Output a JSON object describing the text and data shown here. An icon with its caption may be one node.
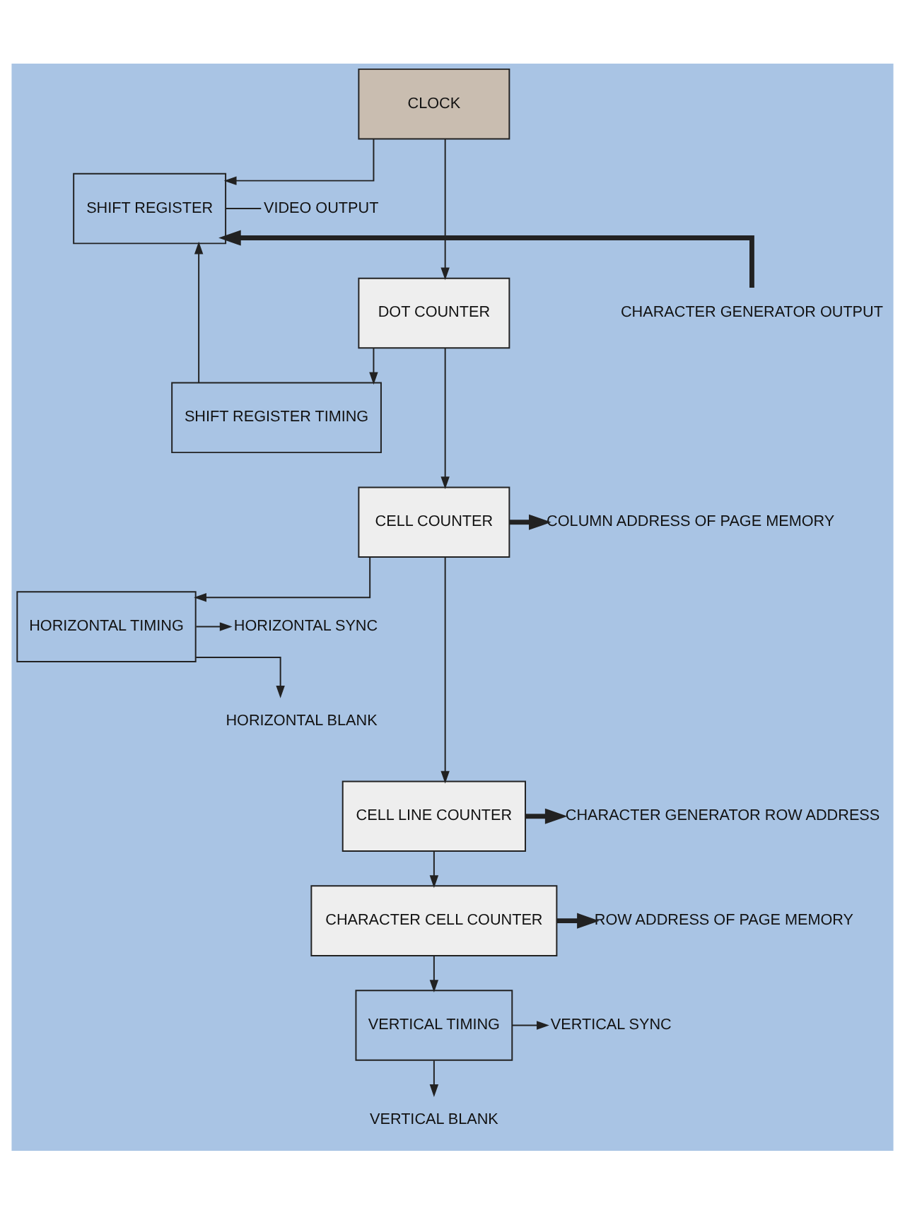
{
  "diagram": {
    "nodes": [
      {
        "text": [
          "CLOCK"
        ]
      },
      {
        "text": [
          "SHIFT REGISTER"
        ]
      },
      {
        "text": [
          "DOT COUNTER"
        ]
      },
      {
        "text": [
          "SHIFT REGISTER TIMING"
        ]
      },
      {
        "text": [
          "CELL COUNTER"
        ]
      },
      {
        "text": [
          "HORIZONTAL TIMING"
        ]
      },
      {
        "text": [
          "CELL LINE COUNTER"
        ]
      },
      {
        "text": [
          "CHARACTER CELL COUNTER"
        ]
      },
      {
        "text": [
          "VERTICAL TIMING"
        ]
      },
      {
        "text": [
          "VIDEO OUTPUT"
        ]
      },
      {
        "text": [
          "CHARACTER GENERATOR OUTPUT"
        ]
      },
      {
        "text": [
          "COLUMN ADDRESS OF PAGE MEMORY"
        ]
      },
      {
        "text": [
          "HORIZONTAL SYNC"
        ]
      },
      {
        "text": [
          "HORIZONTAL BLANK"
        ]
      },
      {
        "text": [
          "CHARACTER GENERATOR ROW ADDRESS"
        ]
      },
      {
        "text": [
          "ROW ADDRESS OF PAGE MEMORY"
        ]
      },
      {
        "text": [
          "VERTICAL SYNC"
        ]
      },
      {
        "text": [
          "VERTICAL BLANK"
        ]
      }
    ],
    "edges": [
      {
        "from": 0,
        "to": 1,
        "arrow": "to"
      },
      {
        "from": 0,
        "to": 2,
        "arrow": "to"
      },
      {
        "from": 1,
        "to": 9,
        "arrow": "none"
      },
      {
        "from": 10,
        "to": 1,
        "arrow": "to",
        "style": "thick"
      },
      {
        "from": 2,
        "to": 3,
        "arrow": "to"
      },
      {
        "from": 3,
        "to": 1,
        "arrow": "to"
      },
      {
        "from": 2,
        "to": 4,
        "arrow": "to"
      },
      {
        "from": 4,
        "to": 11,
        "arrow": "to",
        "style": "thick"
      },
      {
        "from": 4,
        "to": 5,
        "arrow": "to"
      },
      {
        "from": 5,
        "to": 12,
        "arrow": "to"
      },
      {
        "from": 5,
        "to": 13,
        "arrow": "to"
      },
      {
        "from": 4,
        "to": 6,
        "arrow": "to"
      },
      {
        "from": 6,
        "to": 14,
        "arrow": "to",
        "style": "thick"
      },
      {
        "from": 6,
        "to": 7,
        "arrow": "to"
      },
      {
        "from": 7,
        "to": 15,
        "arrow": "to",
        "style": "thick"
      },
      {
        "from": 7,
        "to": 8,
        "arrow": "to"
      },
      {
        "from": 8,
        "to": 16,
        "arrow": "to"
      },
      {
        "from": 8,
        "to": 17,
        "arrow": "to"
      }
    ]
  }
}
